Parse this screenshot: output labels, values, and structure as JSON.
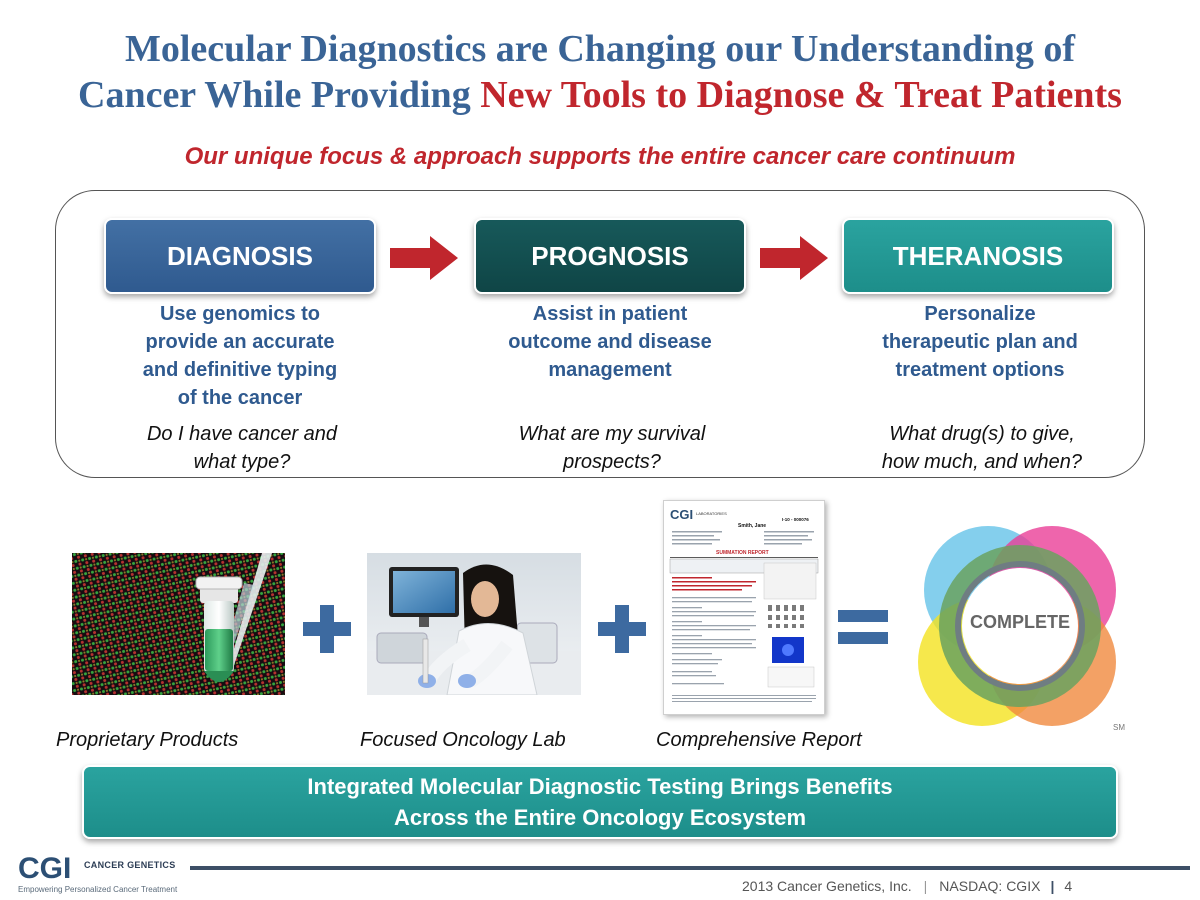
{
  "title": {
    "line1": "Molecular Diagnostics are Changing our Understanding of",
    "line2_blue": "Cancer While Providing ",
    "line2_red": "New Tools to Diagnose & Treat Patients"
  },
  "subtitle": "Our unique focus & approach supports the entire cancer care continuum",
  "stages": [
    {
      "label": "DIAGNOSIS",
      "desc": [
        "Use genomics to",
        "provide an accurate",
        "and definitive typing",
        "of the cancer"
      ],
      "question": [
        "Do I have cancer and",
        "what type?"
      ]
    },
    {
      "label": "PROGNOSIS",
      "desc": [
        "Assist in patient",
        "outcome and disease",
        "management"
      ],
      "question": [
        "What are my survival",
        "prospects?"
      ]
    },
    {
      "label": "THERANOSIS",
      "desc": [
        "Personalize",
        "therapeutic plan and",
        "treatment options"
      ],
      "question": [
        "What drug(s) to give,",
        "how much, and when?"
      ]
    }
  ],
  "captions": {
    "products": "Proprietary Products",
    "lab": "Focused Oncology Lab",
    "report": "Comprehensive Report"
  },
  "report": {
    "logo": "CGI",
    "company": "LABORATORIES",
    "patient": "Smith, Jane",
    "case_id": "I-10 - 000076",
    "section": "SUMMATION REPORT"
  },
  "venn": {
    "label": "COMPLETE",
    "mark": "SM"
  },
  "banner": {
    "line1": "Integrated Molecular Diagnostic Testing Brings Benefits",
    "line2": "Across the Entire Oncology Ecosystem"
  },
  "footer": {
    "logo": "CGI",
    "company": "CANCER GENETICS",
    "tagline": "Empowering Personalized Cancer Treatment",
    "copyright": "2013 Cancer Genetics, Inc.",
    "sep": "|",
    "ticker": "NASDAQ: CGIX",
    "bar": "|",
    "page": "4"
  },
  "colors": {
    "title_blue": "#3a6496",
    "accent_red": "#c0262d",
    "diagnosis": "#2f5a8f",
    "prognosis": "#0f4546",
    "theranosis": "#1d8e8a"
  }
}
